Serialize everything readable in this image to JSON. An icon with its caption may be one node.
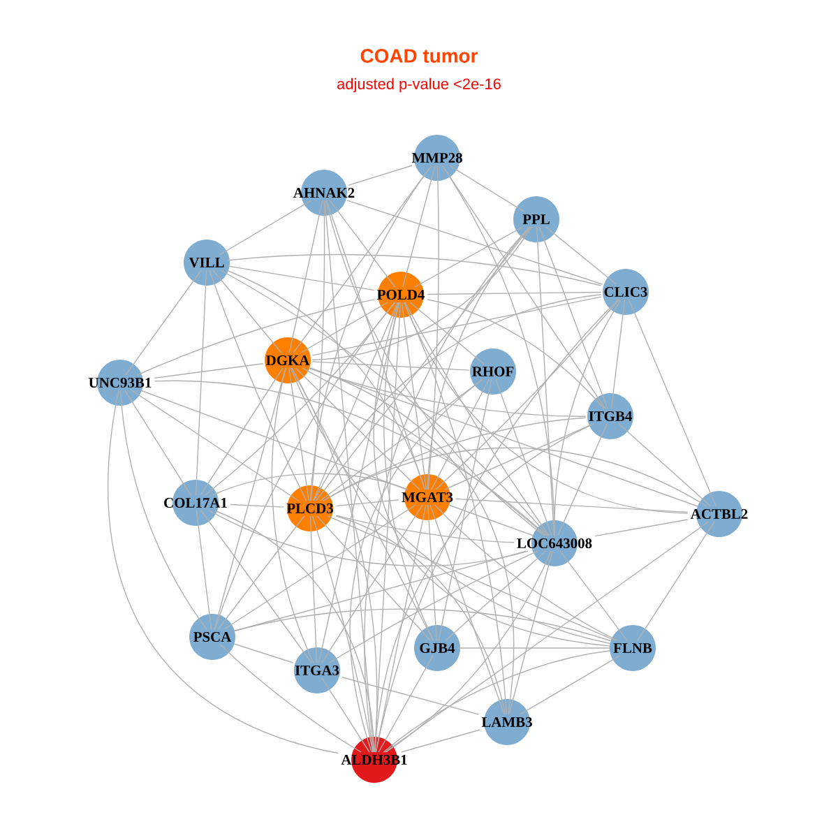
{
  "diagram": {
    "title": "COAD tumor",
    "nodes": [
      {
        "text": [
          "MMP28"
        ]
      },
      {
        "text": [
          "AHNAK2"
        ]
      },
      {
        "text": [
          "PPL"
        ]
      },
      {
        "text": [
          "VILL"
        ]
      },
      {
        "text": [
          "POLD4"
        ]
      },
      {
        "text": [
          "CLIC3"
        ]
      },
      {
        "text": [
          "DGKA"
        ]
      },
      {
        "text": [
          "UNC93B1"
        ]
      },
      {
        "text": [
          "RHOF"
        ]
      },
      {
        "text": [
          "ITGB4"
        ]
      },
      {
        "text": [
          "COL17A1"
        ]
      },
      {
        "text": [
          "PLCD3"
        ]
      },
      {
        "text": [
          "MGAT3"
        ]
      },
      {
        "text": [
          "ACTBL2"
        ]
      },
      {
        "text": [
          "LOC643008"
        ]
      },
      {
        "text": [
          "PSCA"
        ]
      },
      {
        "text": [
          "GJB4"
        ]
      },
      {
        "text": [
          "FLNB"
        ]
      },
      {
        "text": [
          "ITGA3"
        ]
      },
      {
        "text": [
          "LAMB3"
        ]
      },
      {
        "text": [
          "ALDH3B1"
        ]
      }
    ],
    "edges": [
      {
        "from": 20,
        "to": 12,
        "arrow": "none"
      },
      {
        "from": 20,
        "to": 11,
        "arrow": "none"
      },
      {
        "from": 20,
        "to": 4,
        "arrow": "none"
      },
      {
        "from": 20,
        "to": 6,
        "arrow": "none"
      },
      {
        "from": 20,
        "to": 14,
        "arrow": "none"
      },
      {
        "from": 12,
        "to": 11,
        "arrow": "none"
      },
      {
        "from": 12,
        "to": 4,
        "arrow": "none"
      },
      {
        "from": 12,
        "to": 6,
        "arrow": "none"
      },
      {
        "from": 12,
        "to": 14,
        "arrow": "none"
      },
      {
        "from": 11,
        "to": 4,
        "arrow": "none"
      },
      {
        "from": 11,
        "to": 6,
        "arrow": "none"
      },
      {
        "from": 11,
        "to": 14,
        "arrow": "none"
      },
      {
        "from": 4,
        "to": 6,
        "arrow": "none"
      },
      {
        "from": 4,
        "to": 14,
        "arrow": "none"
      },
      {
        "from": 6,
        "to": 14,
        "arrow": "none"
      },
      {
        "from": 20,
        "to": 1,
        "arrow": "none"
      },
      {
        "from": 20,
        "to": 2,
        "arrow": "none"
      },
      {
        "from": 20,
        "to": 5,
        "arrow": "none"
      },
      {
        "from": 20,
        "to": 7,
        "arrow": "none"
      },
      {
        "from": 20,
        "to": 8,
        "arrow": "none"
      },
      {
        "from": 20,
        "to": 9,
        "arrow": "none"
      },
      {
        "from": 20,
        "to": 10,
        "arrow": "none"
      },
      {
        "from": 20,
        "to": 13,
        "arrow": "none"
      },
      {
        "from": 20,
        "to": 15,
        "arrow": "none"
      },
      {
        "from": 20,
        "to": 16,
        "arrow": "none"
      },
      {
        "from": 20,
        "to": 17,
        "arrow": "none"
      },
      {
        "from": 20,
        "to": 18,
        "arrow": "none"
      },
      {
        "from": 20,
        "to": 19,
        "arrow": "none"
      },
      {
        "from": 12,
        "to": 0,
        "arrow": "none"
      },
      {
        "from": 12,
        "to": 1,
        "arrow": "none"
      },
      {
        "from": 12,
        "to": 2,
        "arrow": "none"
      },
      {
        "from": 12,
        "to": 3,
        "arrow": "none"
      },
      {
        "from": 12,
        "to": 5,
        "arrow": "none"
      },
      {
        "from": 12,
        "to": 7,
        "arrow": "none"
      },
      {
        "from": 12,
        "to": 8,
        "arrow": "none"
      },
      {
        "from": 12,
        "to": 9,
        "arrow": "none"
      },
      {
        "from": 12,
        "to": 10,
        "arrow": "none"
      },
      {
        "from": 12,
        "to": 13,
        "arrow": "none"
      },
      {
        "from": 12,
        "to": 15,
        "arrow": "none"
      },
      {
        "from": 12,
        "to": 16,
        "arrow": "none"
      },
      {
        "from": 12,
        "to": 17,
        "arrow": "none"
      },
      {
        "from": 12,
        "to": 18,
        "arrow": "none"
      },
      {
        "from": 12,
        "to": 19,
        "arrow": "none"
      },
      {
        "from": 11,
        "to": 0,
        "arrow": "none"
      },
      {
        "from": 11,
        "to": 1,
        "arrow": "none"
      },
      {
        "from": 11,
        "to": 2,
        "arrow": "none"
      },
      {
        "from": 11,
        "to": 3,
        "arrow": "none"
      },
      {
        "from": 11,
        "to": 5,
        "arrow": "none"
      },
      {
        "from": 11,
        "to": 7,
        "arrow": "none"
      },
      {
        "from": 11,
        "to": 8,
        "arrow": "none"
      },
      {
        "from": 11,
        "to": 9,
        "arrow": "none"
      },
      {
        "from": 11,
        "to": 10,
        "arrow": "none"
      },
      {
        "from": 11,
        "to": 13,
        "arrow": "none"
      },
      {
        "from": 11,
        "to": 15,
        "arrow": "none"
      },
      {
        "from": 11,
        "to": 16,
        "arrow": "none"
      },
      {
        "from": 11,
        "to": 17,
        "arrow": "none"
      },
      {
        "from": 11,
        "to": 18,
        "arrow": "none"
      },
      {
        "from": 11,
        "to": 19,
        "arrow": "none"
      },
      {
        "from": 4,
        "to": 0,
        "arrow": "none"
      },
      {
        "from": 4,
        "to": 1,
        "arrow": "none"
      },
      {
        "from": 4,
        "to": 2,
        "arrow": "none"
      },
      {
        "from": 4,
        "to": 3,
        "arrow": "none"
      },
      {
        "from": 4,
        "to": 5,
        "arrow": "none"
      },
      {
        "from": 4,
        "to": 7,
        "arrow": "none"
      },
      {
        "from": 4,
        "to": 8,
        "arrow": "none"
      },
      {
        "from": 4,
        "to": 9,
        "arrow": "none"
      },
      {
        "from": 4,
        "to": 10,
        "arrow": "none"
      },
      {
        "from": 4,
        "to": 13,
        "arrow": "none"
      },
      {
        "from": 4,
        "to": 15,
        "arrow": "none"
      },
      {
        "from": 4,
        "to": 16,
        "arrow": "none"
      },
      {
        "from": 4,
        "to": 17,
        "arrow": "none"
      },
      {
        "from": 4,
        "to": 18,
        "arrow": "none"
      },
      {
        "from": 4,
        "to": 19,
        "arrow": "none"
      },
      {
        "from": 6,
        "to": 0,
        "arrow": "none"
      },
      {
        "from": 6,
        "to": 1,
        "arrow": "none"
      },
      {
        "from": 6,
        "to": 2,
        "arrow": "none"
      },
      {
        "from": 6,
        "to": 3,
        "arrow": "none"
      },
      {
        "from": 6,
        "to": 5,
        "arrow": "none"
      },
      {
        "from": 6,
        "to": 7,
        "arrow": "none"
      },
      {
        "from": 6,
        "to": 8,
        "arrow": "none"
      },
      {
        "from": 6,
        "to": 9,
        "arrow": "none"
      },
      {
        "from": 6,
        "to": 10,
        "arrow": "none"
      },
      {
        "from": 6,
        "to": 13,
        "arrow": "none"
      },
      {
        "from": 6,
        "to": 15,
        "arrow": "none"
      },
      {
        "from": 6,
        "to": 16,
        "arrow": "none"
      },
      {
        "from": 6,
        "to": 17,
        "arrow": "none"
      },
      {
        "from": 6,
        "to": 18,
        "arrow": "none"
      },
      {
        "from": 6,
        "to": 19,
        "arrow": "none"
      },
      {
        "from": 14,
        "to": 0,
        "arrow": "none"
      },
      {
        "from": 14,
        "to": 1,
        "arrow": "none"
      },
      {
        "from": 14,
        "to": 2,
        "arrow": "none"
      },
      {
        "from": 14,
        "to": 3,
        "arrow": "none"
      },
      {
        "from": 14,
        "to": 5,
        "arrow": "none"
      },
      {
        "from": 14,
        "to": 7,
        "arrow": "none"
      },
      {
        "from": 14,
        "to": 8,
        "arrow": "none"
      },
      {
        "from": 14,
        "to": 9,
        "arrow": "none"
      },
      {
        "from": 14,
        "to": 10,
        "arrow": "none"
      },
      {
        "from": 14,
        "to": 13,
        "arrow": "none"
      },
      {
        "from": 14,
        "to": 15,
        "arrow": "none"
      },
      {
        "from": 14,
        "to": 16,
        "arrow": "none"
      },
      {
        "from": 14,
        "to": 17,
        "arrow": "none"
      },
      {
        "from": 14,
        "to": 18,
        "arrow": "none"
      },
      {
        "from": 14,
        "to": 19,
        "arrow": "none"
      },
      {
        "from": 3,
        "to": 7,
        "arrow": "none"
      },
      {
        "from": 1,
        "to": 3,
        "arrow": "none"
      },
      {
        "from": 0,
        "to": 1,
        "arrow": "none"
      },
      {
        "from": 0,
        "to": 2,
        "arrow": "none"
      },
      {
        "from": 2,
        "to": 5,
        "arrow": "none"
      },
      {
        "from": 5,
        "to": 9,
        "arrow": "none"
      },
      {
        "from": 9,
        "to": 13,
        "arrow": "none"
      },
      {
        "from": 13,
        "to": 17,
        "arrow": "none"
      },
      {
        "from": 17,
        "to": 19,
        "arrow": "none"
      },
      {
        "from": 15,
        "to": 18,
        "arrow": "none"
      },
      {
        "from": 10,
        "to": 15,
        "arrow": "none"
      },
      {
        "from": 7,
        "to": 10,
        "arrow": "none"
      },
      {
        "from": 1,
        "to": 5,
        "arrow": "none"
      },
      {
        "from": 3,
        "to": 5,
        "arrow": "none"
      },
      {
        "from": 10,
        "to": 18,
        "arrow": "none"
      },
      {
        "from": 15,
        "to": 17,
        "arrow": "none"
      },
      {
        "from": 18,
        "to": 19,
        "arrow": "none"
      },
      {
        "from": 0,
        "to": 9,
        "arrow": "none"
      },
      {
        "from": 2,
        "to": 9,
        "arrow": "none"
      },
      {
        "from": 5,
        "to": 13,
        "arrow": "none"
      },
      {
        "from": 8,
        "to": 16,
        "arrow": "none"
      },
      {
        "from": 16,
        "to": 17,
        "arrow": "none"
      },
      {
        "from": 3,
        "to": 10,
        "arrow": "none"
      },
      {
        "from": 7,
        "to": 15,
        "arrow": "none"
      }
    ],
    "labels": [
      "adjusted p-value <2e-16"
    ]
  }
}
